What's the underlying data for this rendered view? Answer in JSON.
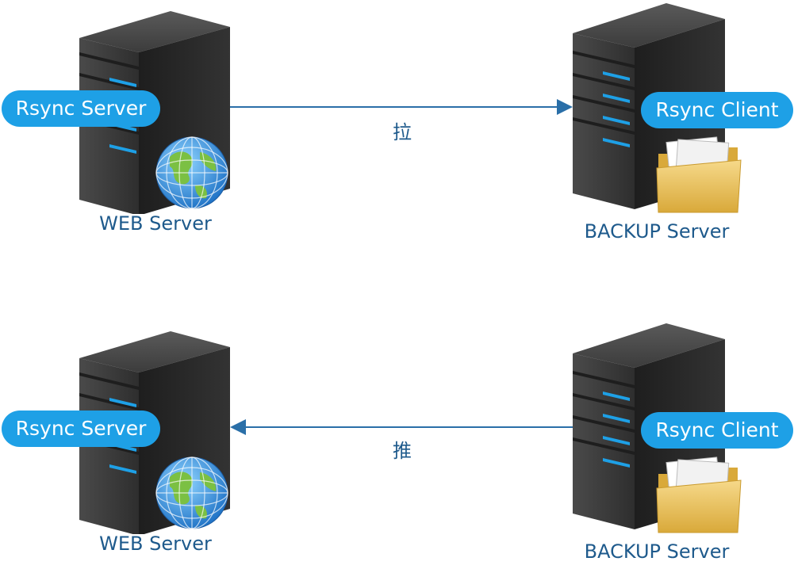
{
  "pull_row": {
    "web": {
      "badge": "Rsync Server",
      "caption": "WEB Server"
    },
    "backup": {
      "badge": "Rsync Client",
      "caption": "BACKUP Server"
    },
    "edge_label": "拉"
  },
  "push_row": {
    "web": {
      "badge": "Rsync Server",
      "caption": "WEB Server"
    },
    "backup": {
      "badge": "Rsync Client",
      "caption": "BACKUP Server"
    },
    "edge_label": "推"
  },
  "colors": {
    "badge": "#1ea0e6",
    "caption": "#1e5a8c",
    "arrow": "#2a6fa8",
    "server_body": "#2b2b2b",
    "server_led": "#1ea0e6"
  },
  "icons": [
    "server-tower-icon",
    "globe-icon",
    "folder-icon",
    "arrow-icon"
  ]
}
